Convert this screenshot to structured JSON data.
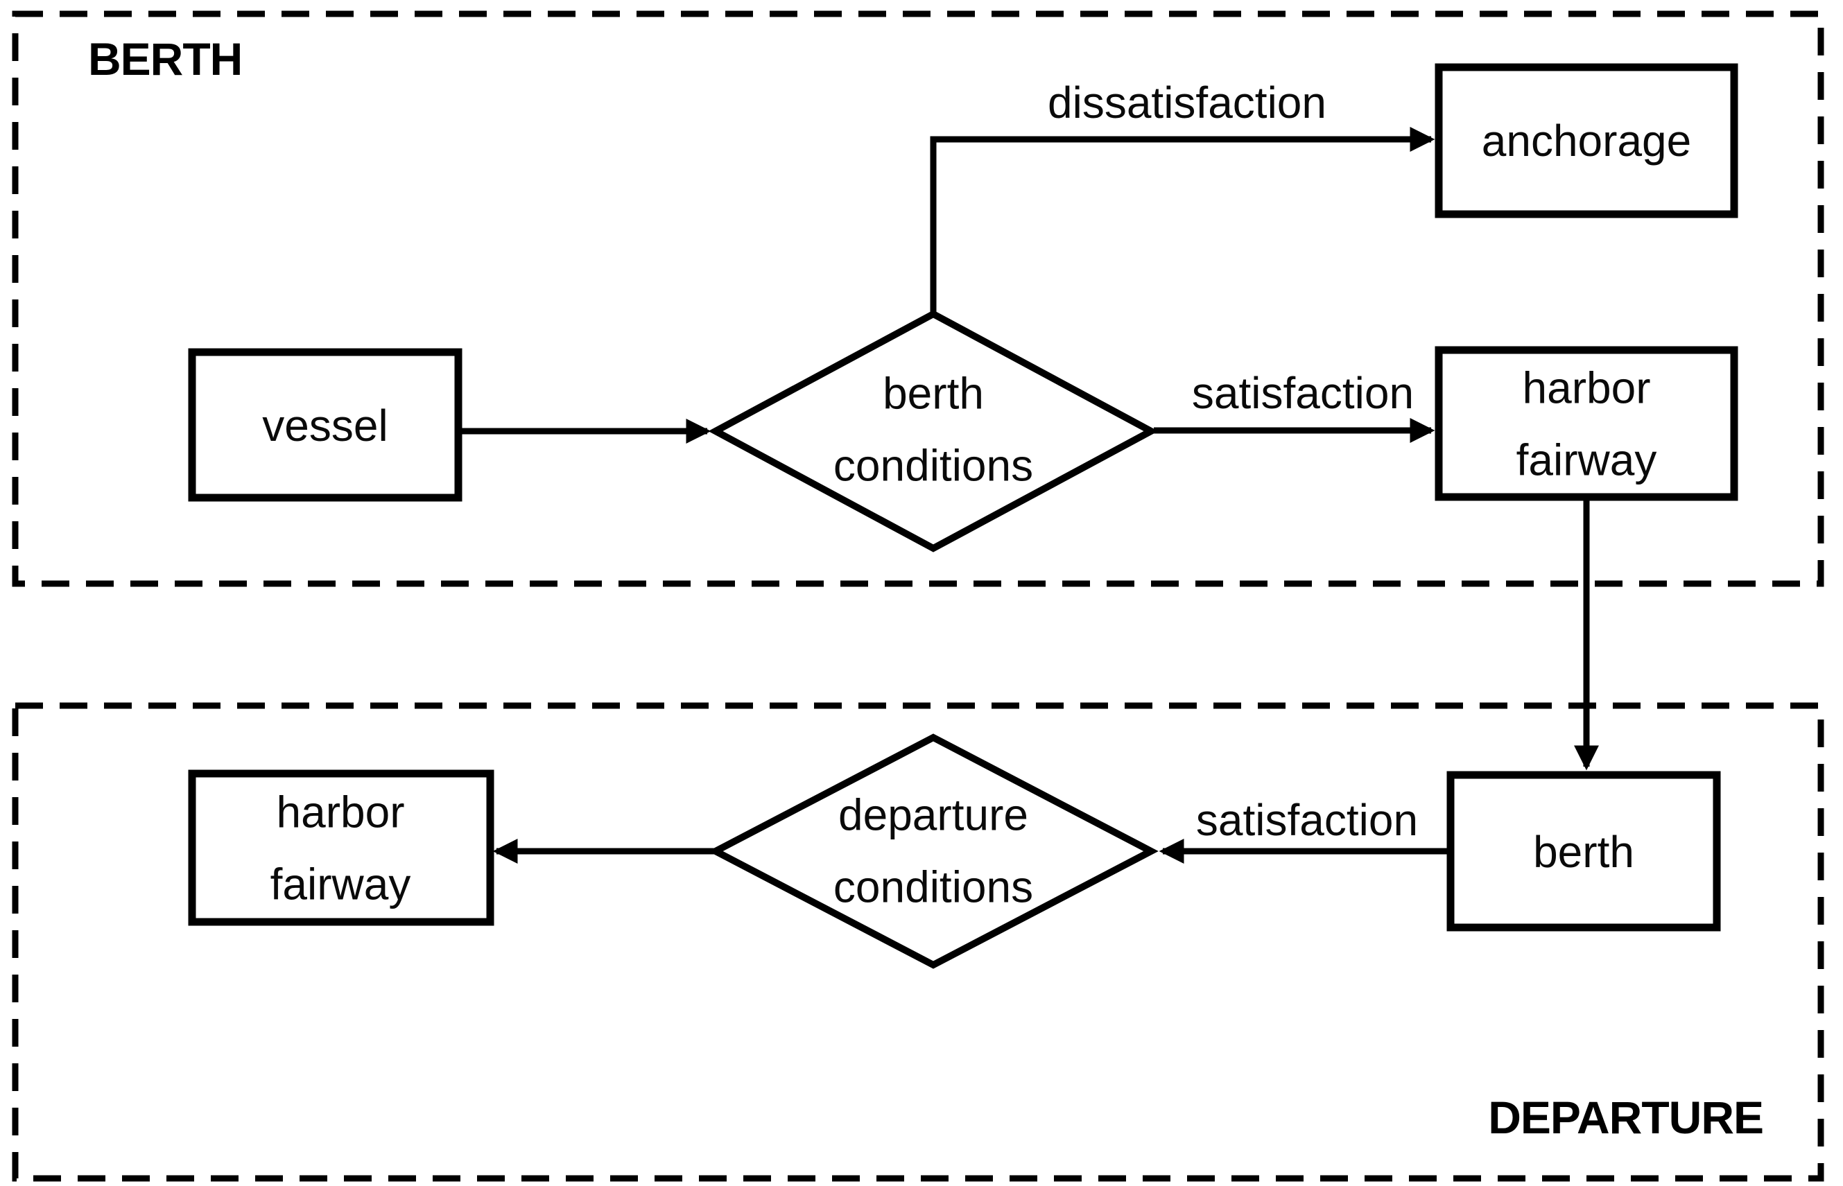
{
  "regions": {
    "berth": {
      "label": "BERTH"
    },
    "departure": {
      "label": "DEPARTURE"
    }
  },
  "nodes": {
    "vessel": {
      "label": "vessel",
      "shape": "rect"
    },
    "anchorage": {
      "label": "anchorage",
      "shape": "rect"
    },
    "harbor_fairway_arrival": {
      "line1": "harbor",
      "line2": "fairway",
      "shape": "rect"
    },
    "berth_conditions": {
      "line1": "berth",
      "line2": "conditions",
      "shape": "diamond"
    },
    "berth": {
      "label": "berth",
      "shape": "rect"
    },
    "departure_conditions": {
      "line1": "departure",
      "line2": "conditions",
      "shape": "diamond"
    },
    "harbor_fairway_departure": {
      "line1": "harbor",
      "line2": "fairway",
      "shape": "rect"
    }
  },
  "edges": {
    "vessel_to_berth_conditions": {
      "label": ""
    },
    "dissatisfaction": {
      "label": "dissatisfaction"
    },
    "satisfaction_arrival": {
      "label": "satisfaction"
    },
    "harbor_fairway_to_berth": {
      "label": ""
    },
    "satisfaction_departure": {
      "label": "satisfaction"
    },
    "departure_conditions_to_harbor_fairway": {
      "label": ""
    }
  },
  "colors": {
    "line": "#000000",
    "text": "#0a0a0a",
    "background": "#ffffff"
  }
}
